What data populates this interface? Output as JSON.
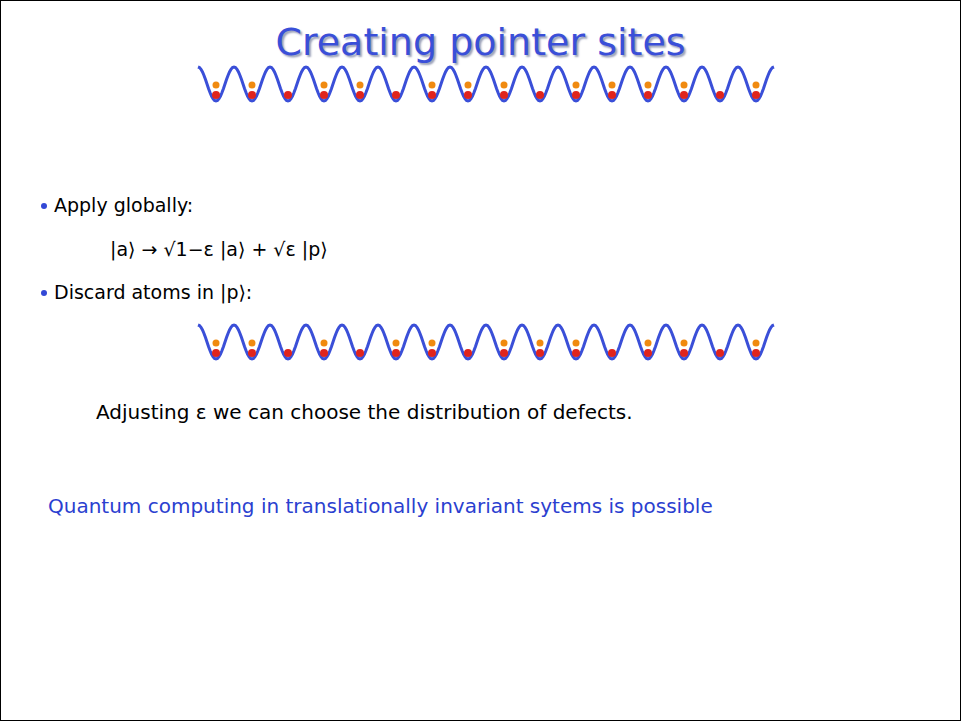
{
  "diagram": {
    "title": "Creating pointer sites",
    "labels": [
      "Apply globally:",
      "|a⟩ → √1−ε |a⟩ + √ε |p⟩",
      "Discard atoms in |p⟩:",
      "Adjusting ε we can choose the distribution of defects.",
      "Quantum computing in translationally invariant sytems is possible"
    ]
  }
}
